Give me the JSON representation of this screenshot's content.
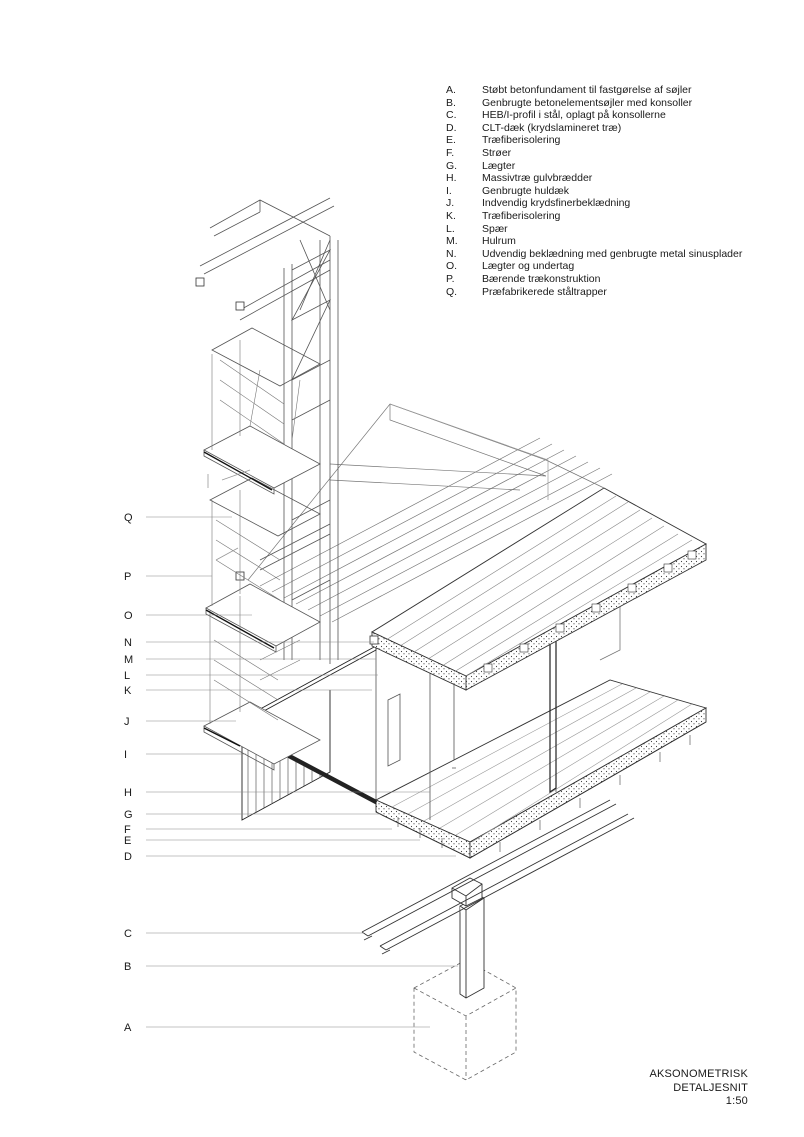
{
  "legend": [
    {
      "key": "A.",
      "text": "Støbt betonfundament til fastgørelse af søjler"
    },
    {
      "key": "B.",
      "text": "Genbrugte betonelementsøjler med konsoller"
    },
    {
      "key": "C.",
      "text": "HEB/I-profil i stål, oplagt på konsollerne"
    },
    {
      "key": "D.",
      "text": "CLT-dæk (krydslamineret træ)"
    },
    {
      "key": "E.",
      "text": "Træfiberisolering"
    },
    {
      "key": "F.",
      "text": "Strøer"
    },
    {
      "key": "G.",
      "text": "Lægter"
    },
    {
      "key": "H.",
      "text": "Massivtræ gulvbrædder"
    },
    {
      "key": "I.",
      "text": "Genbrugte huldæk"
    },
    {
      "key": "J.",
      "text": "Indvendig krydsfinerbeklædning"
    },
    {
      "key": "K.",
      "text": "Træfiberisolering"
    },
    {
      "key": "L.",
      "text": "Spær"
    },
    {
      "key": "M.",
      "text": "Hulrum"
    },
    {
      "key": "N.",
      "text": "Udvendig beklædning med genbrugte metal sinusplader"
    },
    {
      "key": "O.",
      "text": "Lægter og undertag"
    },
    {
      "key": "P.",
      "text": "Bærende trækonstruktion"
    },
    {
      "key": "Q.",
      "text": "Præfabrikerede ståltrapper"
    }
  ],
  "callouts": [
    "Q",
    "P",
    "O",
    "N",
    "M",
    "L",
    "K",
    "J",
    "I",
    "H",
    "G",
    "F",
    "E",
    "D",
    "C",
    "B",
    "A"
  ],
  "title": {
    "line1": "AKSONOMETRISK",
    "line2": "DETALJESNIT",
    "scale": "1:50"
  }
}
